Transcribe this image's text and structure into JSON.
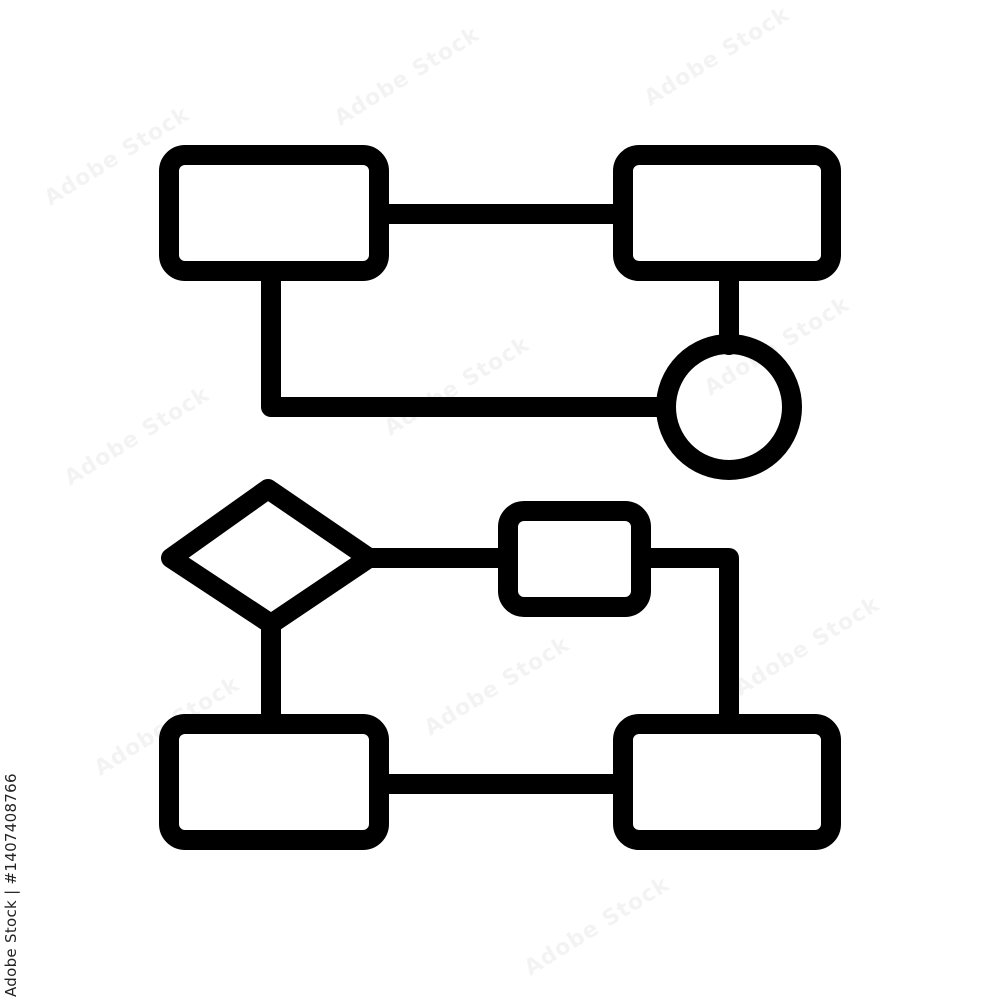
{
  "stock_id": "Adobe Stock | #1407408766",
  "watermark": "Adobe Stock",
  "colors": {
    "background": "#ffffff",
    "stroke": "#000000"
  },
  "diagram": {
    "icon_name": "flowchart-icon",
    "nodes": [
      {
        "id": "box-top-left",
        "shape": "rounded-rectangle"
      },
      {
        "id": "box-top-right",
        "shape": "rounded-rectangle"
      },
      {
        "id": "circle-right",
        "shape": "circle"
      },
      {
        "id": "decision-diamond",
        "shape": "diamond"
      },
      {
        "id": "box-middle-small",
        "shape": "rounded-rectangle"
      },
      {
        "id": "box-bottom-left",
        "shape": "rounded-rectangle"
      },
      {
        "id": "box-bottom-right",
        "shape": "rounded-rectangle"
      }
    ],
    "edges": [
      {
        "from": "box-top-left",
        "to": "box-top-right"
      },
      {
        "from": "box-top-right",
        "to": "circle-right"
      },
      {
        "from": "box-top-left",
        "to": "circle-right"
      },
      {
        "from": "decision-diamond",
        "to": "box-middle-small"
      },
      {
        "from": "box-middle-small",
        "to": "box-bottom-right"
      },
      {
        "from": "decision-diamond",
        "to": "box-bottom-left"
      },
      {
        "from": "box-bottom-left",
        "to": "box-bottom-right"
      }
    ]
  }
}
